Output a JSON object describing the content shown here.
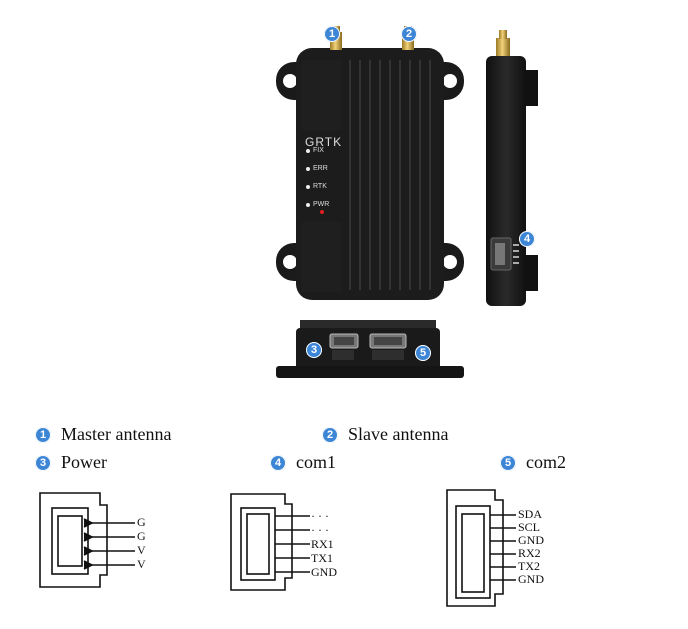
{
  "device": {
    "brand": "GRTK",
    "leds": [
      "FIX",
      "ERR",
      "RTK",
      "PWR"
    ]
  },
  "callouts": [
    "1",
    "2",
    "3",
    "4",
    "5"
  ],
  "legend": [
    {
      "num": "1",
      "label": "Master antenna"
    },
    {
      "num": "2",
      "label": "Slave antenna"
    },
    {
      "num": "3",
      "label": "Power"
    },
    {
      "num": "4",
      "label": "com1"
    },
    {
      "num": "5",
      "label": "com2"
    }
  ],
  "pinouts": {
    "power": [
      "G",
      "G",
      "V",
      "V"
    ],
    "com1": [
      "· · ·",
      "· · ·",
      "RX1",
      "TX1",
      "GND"
    ],
    "com2": [
      "SDA",
      "SCL",
      "GND",
      "RX2",
      "TX2",
      "GND"
    ]
  },
  "colors": {
    "badge": "#3d86d6",
    "body": "#1b1b1b",
    "antenna": "#d8b04a"
  }
}
